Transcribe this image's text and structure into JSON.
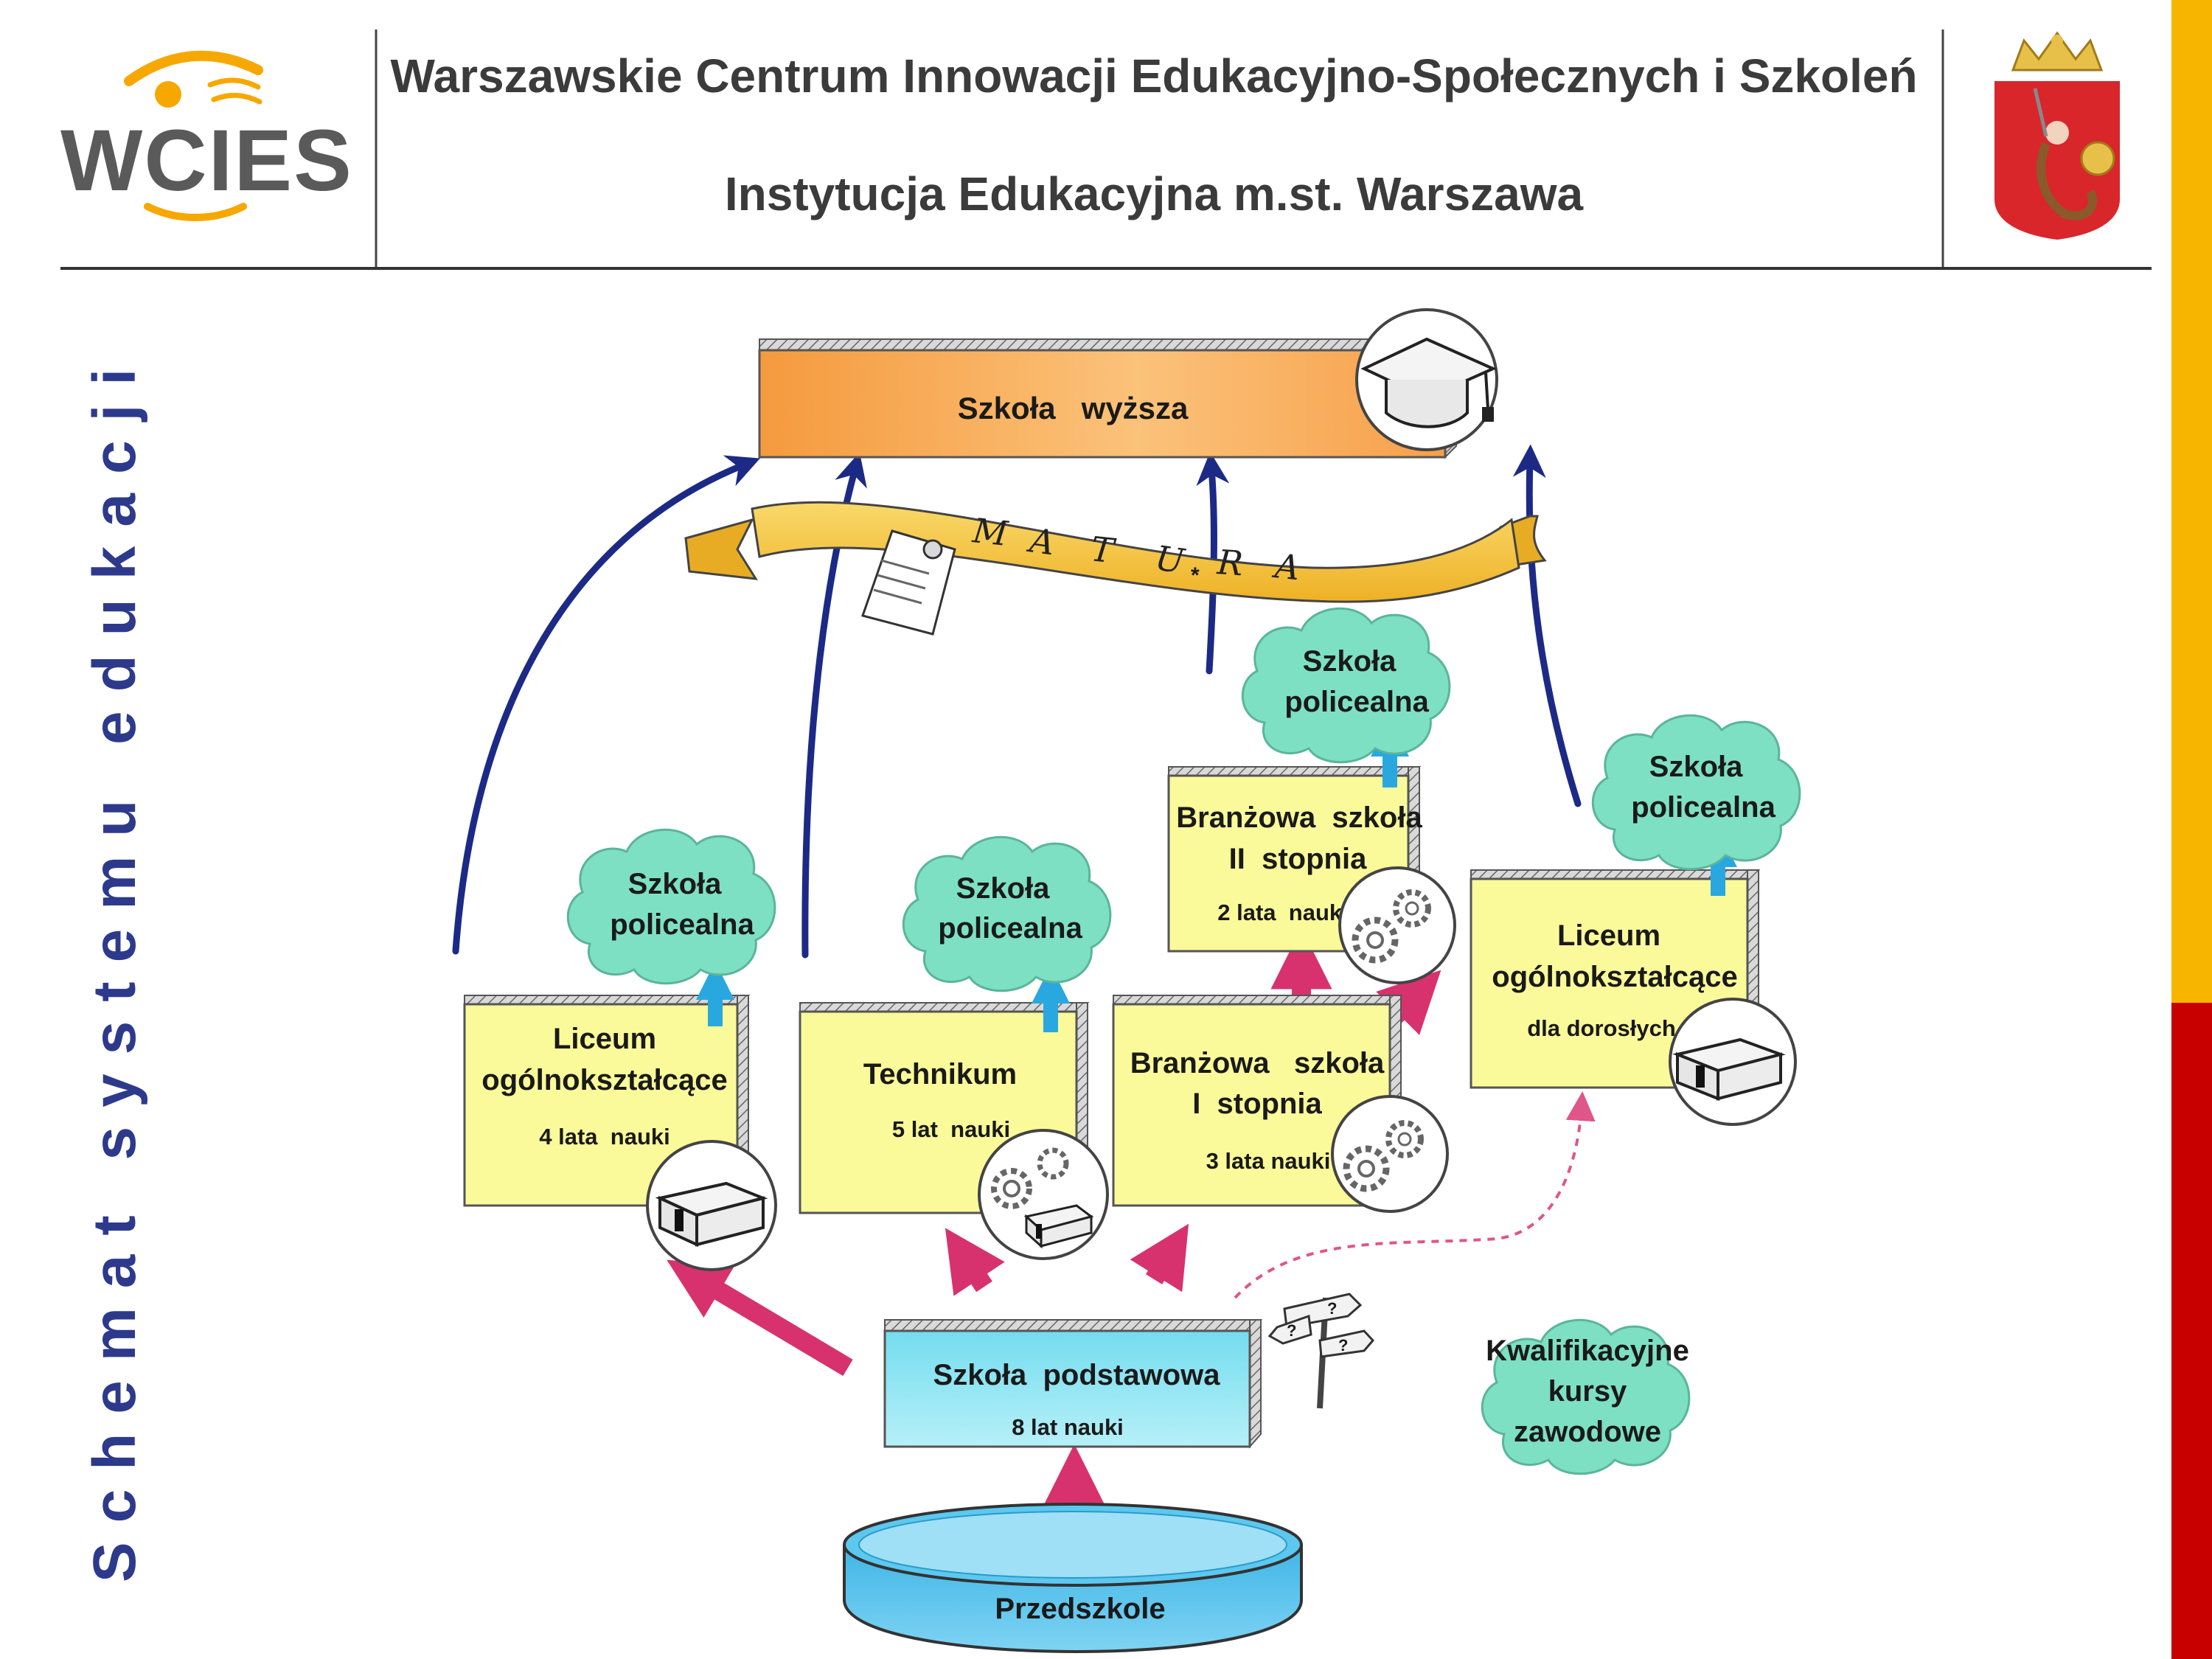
{
  "header": {
    "logo_text": "WCIES",
    "title_line1": "Warszawskie Centrum Innowacji Edukacyjno-Społecznych i Szkoleń",
    "title_line2": "Instytucja Edukacyjna m.st. Warszawa"
  },
  "sidebar": {
    "vertical_title": "Schemat systemu edukacji"
  },
  "diagram": {
    "higher_school": "Szkoła   wyższa",
    "matura_letters": [
      "M",
      "A",
      "T",
      "U",
      "R",
      "A"
    ],
    "matura_star": "*",
    "post_secondary": {
      "line1": "Szkoła",
      "line2": "policealna"
    },
    "liceum": {
      "line1": "Liceum",
      "line2": "ogólnokształcące",
      "years": "4 lata  nauki"
    },
    "technikum": {
      "line1": "Technikum",
      "years": "5 lat  nauki"
    },
    "branzowa1": {
      "line1": "Branżowa   szkoła",
      "line2": "I  stopnia",
      "years": "3 lata nauki"
    },
    "branzowa2": {
      "line1": "Branżowa  szkoła",
      "line2": "II  stopnia",
      "years": "2 lata  nauki"
    },
    "liceum_adults": {
      "line1": "Liceum",
      "line2": "ogólnokształcące",
      "note": "dla dorosłych"
    },
    "primary": {
      "line1": "Szkoła  podstawowa",
      "years": "8 lat nauki"
    },
    "courses": {
      "line1": "Kwalifikacyjne",
      "line2": "kursy",
      "line3": "zawodowe"
    },
    "preschool": "Przedszkole",
    "signpost_marks": [
      "?",
      "?",
      "?"
    ]
  },
  "colors": {
    "box_yellow": "#fafa9a",
    "box_orange": "#f6a14a",
    "box_cyan": "#8ee6f2",
    "cloud_green": "#7ee0c3",
    "arrow_pink": "#d8326e",
    "arrow_navy": "#1c2a86",
    "arrow_blue": "#29a8df",
    "banner_gold": "#f3c43d",
    "side_text": "#2d3a8c",
    "stripe_yellow": "#f7b500",
    "stripe_red": "#c80000"
  }
}
